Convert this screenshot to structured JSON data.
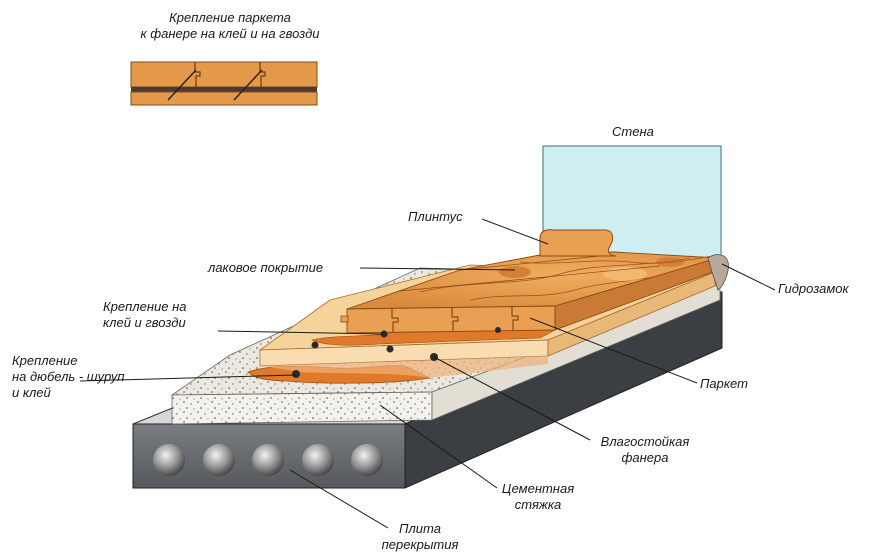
{
  "inset": {
    "line1": "Крепление паркета",
    "line2": "к фанере на клей и на гвозди"
  },
  "labels": {
    "wall": "Стена",
    "plinth": "Плинтус",
    "varnish": "лаковое покрытие",
    "glue_nails_line1": "Крепление на",
    "glue_nails_line2": "клей и гвозди",
    "dowel_line1": "Крепление",
    "dowel_line2": "на дюбель - шуруп",
    "dowel_line3": "и клей",
    "waterproof": "Гидрозамок",
    "parquet": "Паркет",
    "plywood_line1": "Влагостойкая",
    "plywood_line2": "фанера",
    "screed_line1": "Цементная",
    "screed_line2": "стяжка",
    "slab_line1": "Плита",
    "slab_line2": "перекрытия"
  },
  "colors": {
    "wall": "#cfeef2",
    "parquet": "#e9a052",
    "parquet_dark": "#c0621e",
    "plywood": "#f6d39a",
    "glue": "#e07a2a",
    "screed": "#ece8e0",
    "foam": "#f2f2f2",
    "slab_front": "#5f6368",
    "slab_top": "#d7d7d7",
    "slab_side": "#3b3e42"
  }
}
